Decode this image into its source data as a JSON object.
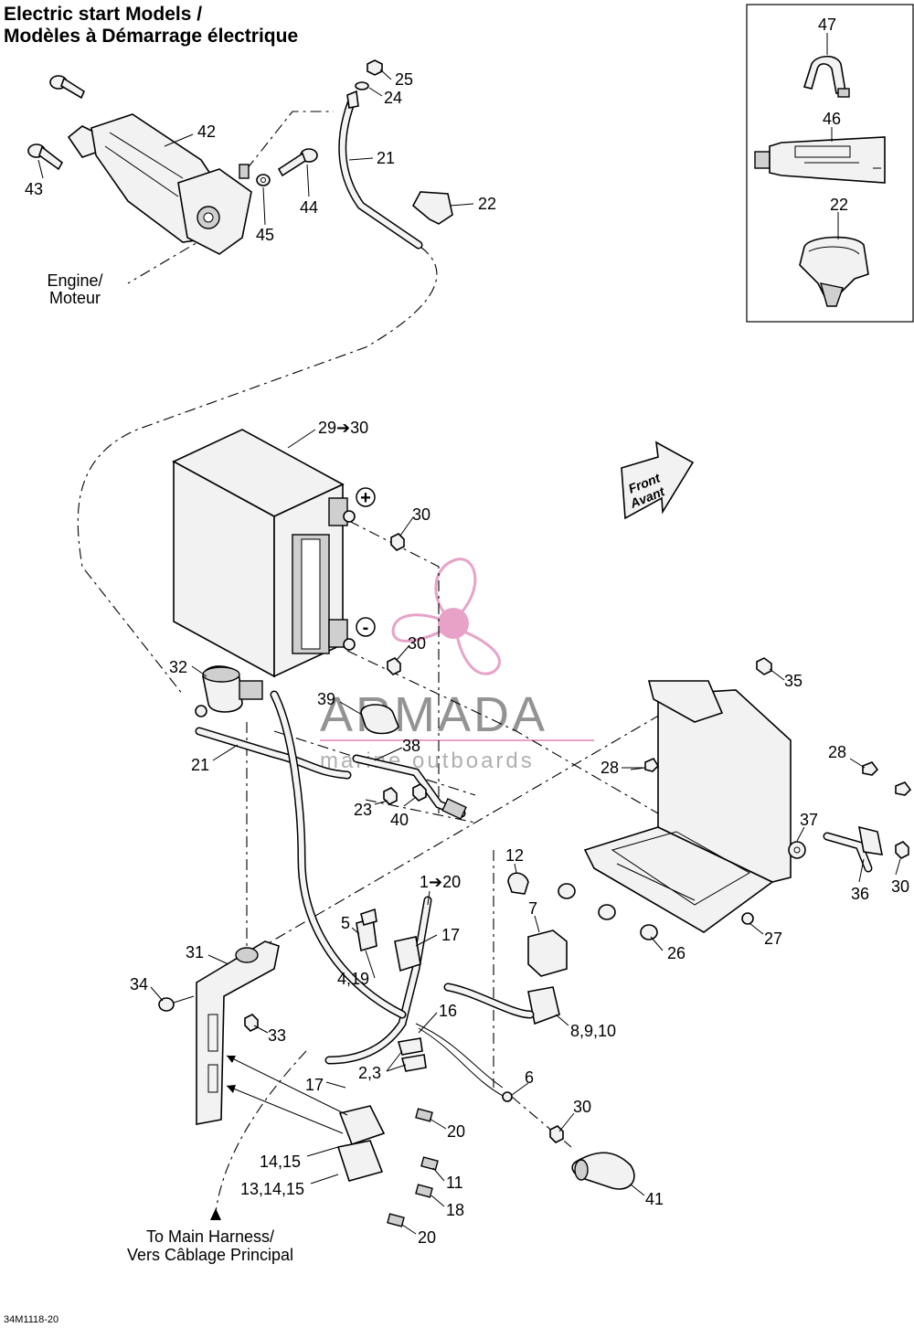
{
  "title": {
    "line1": "Electric start Models /",
    "line2": "Modèles à Démarrage électrique"
  },
  "notes": {
    "engine_l1": "Engine/",
    "engine_l2": "Moteur",
    "harness_l1": "To Main Harness/",
    "harness_l2": "Vers Câblage Principal",
    "front_l1": "Front",
    "front_l2": "Avant",
    "plus": "+",
    "minus": "-"
  },
  "reference": "34M1118-20",
  "watermark": {
    "brand": "ARMADA",
    "tagline": "marine outboards",
    "accent_color": "#e8a2c8"
  },
  "callouts": [
    {
      "label": "47"
    },
    {
      "label": "46"
    },
    {
      "label": "22"
    },
    {
      "label": "25"
    },
    {
      "label": "24"
    },
    {
      "label": "42"
    },
    {
      "label": "21"
    },
    {
      "label": "43"
    },
    {
      "label": "44"
    },
    {
      "label": "22"
    },
    {
      "label": "45"
    },
    {
      "label": "29➔30"
    },
    {
      "label": "30"
    },
    {
      "label": "30"
    },
    {
      "label": "32"
    },
    {
      "label": "39"
    },
    {
      "label": "38"
    },
    {
      "label": "35"
    },
    {
      "label": "21"
    },
    {
      "label": "28"
    },
    {
      "label": "28"
    },
    {
      "label": "23"
    },
    {
      "label": "40"
    },
    {
      "label": "37"
    },
    {
      "label": "12"
    },
    {
      "label": "1➔20"
    },
    {
      "label": "7"
    },
    {
      "label": "36"
    },
    {
      "label": "30"
    },
    {
      "label": "5"
    },
    {
      "label": "17"
    },
    {
      "label": "27"
    },
    {
      "label": "31"
    },
    {
      "label": "26"
    },
    {
      "label": "4,19"
    },
    {
      "label": "34"
    },
    {
      "label": "16"
    },
    {
      "label": "8,9,10"
    },
    {
      "label": "33"
    },
    {
      "label": "2,3"
    },
    {
      "label": "6"
    },
    {
      "label": "17"
    },
    {
      "label": "30"
    },
    {
      "label": "20"
    },
    {
      "label": "14,15"
    },
    {
      "label": "11"
    },
    {
      "label": "13,14,15"
    },
    {
      "label": "41"
    },
    {
      "label": "18"
    },
    {
      "label": "20"
    }
  ],
  "colors": {
    "line": "#000000",
    "part_fill": "#f2f2f2",
    "background": "#ffffff"
  }
}
